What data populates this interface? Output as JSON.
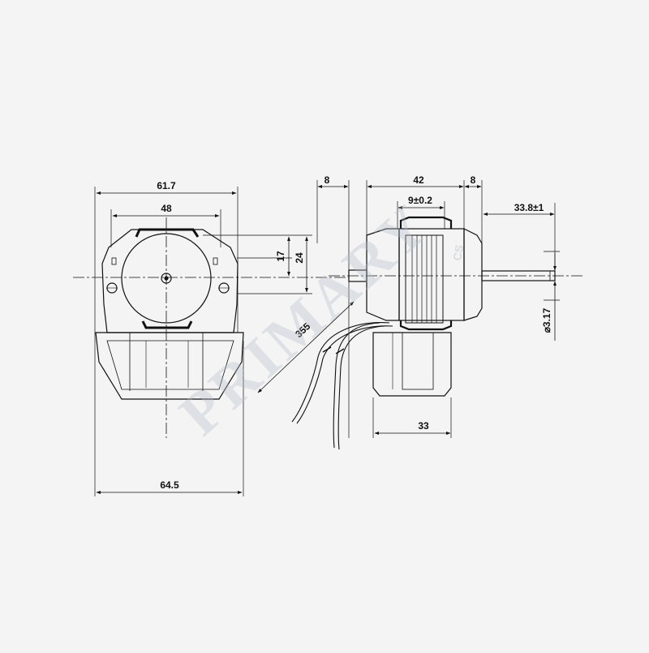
{
  "watermark": {
    "text": "PRIMARY",
    "suffix": "CS"
  },
  "front_view": {
    "overall_width_top": "61.7",
    "mount_width": "48",
    "overall_width_bottom": "64.5",
    "offset_17": "17",
    "offset_24": "24"
  },
  "side_view": {
    "flange_left": "8",
    "stack_length": "42",
    "flange_right": "8",
    "shaft_spacer": "9±0.2",
    "shaft_length": "33.8±1",
    "shaft_diameter": "⌀3.17",
    "lead_length": "355",
    "base_width": "33"
  },
  "colors": {
    "ink": "#111111",
    "paper": "#f4f4f4",
    "watermark": "#b4bcc8"
  }
}
